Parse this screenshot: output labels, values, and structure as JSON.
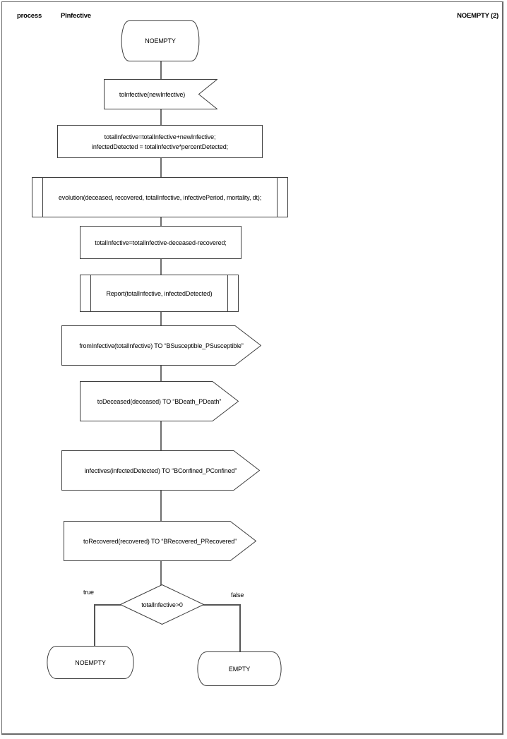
{
  "header": {
    "kind_label": "process",
    "process_name": "PInfective",
    "page_label": "NOEMPTY (2)"
  },
  "diagram": {
    "start_state": "NOEMPTY",
    "input_signal": "toInfective(newInfective)",
    "task_update_line1": "totalInfective=totalInfective+newInfective;",
    "task_update_line2": "infectedDetected = totalInfective*percentDetected;",
    "procedure_evolution": "evolution(deceased, recovered, totalInfective, infectivePeriod, mortality, dt);",
    "task_subtract": "totalInfective=totalInfective-deceased-recovered;",
    "procedure_report": "Report(totalInfective, infectedDetected)",
    "output_from_infective": "fromInfective(totalInfective) TO “BSusceptible_PSusceptible”",
    "output_to_deceased": "toDeceased(deceased) TO “BDeath_PDeath”",
    "output_infectives": "infectives(infectedDetected) TO “BConfined_PConfined”",
    "output_to_recovered": "toRecovered(recovered) TO “BRecovered_PRecovered”",
    "decision_condition": "totalInfective>0",
    "branch_true_label": "true",
    "branch_false_label": "false",
    "end_state_true": "NOEMPTY",
    "end_state_false": "EMPTY"
  },
  "colors": {
    "connector": "#6e6e6e",
    "shape_border": "#3f3f3f",
    "text": "#000000",
    "background": "#ffffff"
  }
}
